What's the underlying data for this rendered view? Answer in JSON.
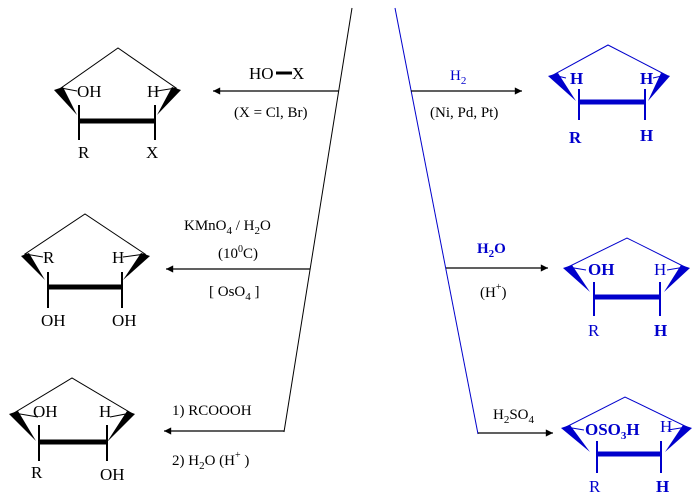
{
  "colors": {
    "black": "#000000",
    "blue": "#0000cc"
  },
  "left": {
    "r1": {
      "reagent_main": "HO",
      "reagent_x": "X",
      "condition": "(X = Cl, Br)",
      "product": {
        "oh": "OH",
        "h": "H",
        "r": "R",
        "x": "X"
      }
    },
    "r2": {
      "line1_a": "KMnO",
      "line1_sub": "4",
      "line1_b": " / H",
      "line1_sub2": "2",
      "line1_c": "O",
      "temp_a": "(10",
      "temp_sup": "0",
      "temp_b": "C)",
      "alt_a": "[ OsO",
      "alt_sub": "4",
      "alt_b": " ]",
      "product": {
        "r": "R",
        "h": "H",
        "oh1": "OH",
        "oh2": "OH"
      }
    },
    "r3": {
      "step1": "1) RCOOOH",
      "step2_a": "2) H",
      "step2_sub": "2",
      "step2_b": "O (H",
      "step2_sup": "+",
      "step2_c": " )",
      "product": {
        "oh": "OH",
        "h": "H",
        "r": "R",
        "oh2": "OH"
      }
    }
  },
  "right": {
    "r1": {
      "reagent": "H",
      "reagent_sub": "2",
      "condition": "(Ni, Pd, Pt)",
      "product": {
        "h1": "H",
        "h2": "H",
        "r": "R",
        "h3": "H"
      }
    },
    "r2": {
      "reagent_a": "H",
      "reagent_sub": "2",
      "reagent_b": "O",
      "condition_a": "(H",
      "condition_sup": "+",
      "condition_b": ")",
      "product": {
        "oh": "OH",
        "h": "H",
        "r": "R",
        "h2": "H"
      }
    },
    "r3": {
      "reagent_a": "H",
      "reagent_sub": "2",
      "reagent_b": "SO",
      "reagent_sub2": "4",
      "product": {
        "group_a": "OSO",
        "group_sub": "3",
        "group_b": "H",
        "h": "H",
        "r": "R",
        "h2": "H"
      }
    }
  }
}
